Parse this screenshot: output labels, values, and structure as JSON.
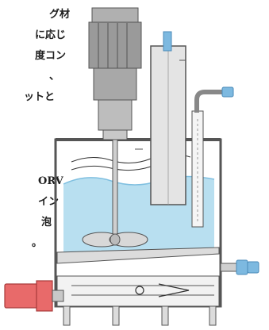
{
  "text_lines": [
    "グ材",
    "に応じ",
    "度コン",
    "、",
    "ットと",
    "ORV",
    "イン",
    "泡",
    "。"
  ],
  "colors": {
    "liquid": "#b8dff0",
    "liquid_edge": "#7fbfe0",
    "steel": "#dcdcdc",
    "outline": "#555555",
    "motor": "#9a9a9a",
    "pump": "#e86a6a",
    "fitting": "#7db9e0"
  },
  "icons": {
    "motor": "electric-motor-icon",
    "impeller": "propeller-icon",
    "pump": "pump-icon"
  }
}
